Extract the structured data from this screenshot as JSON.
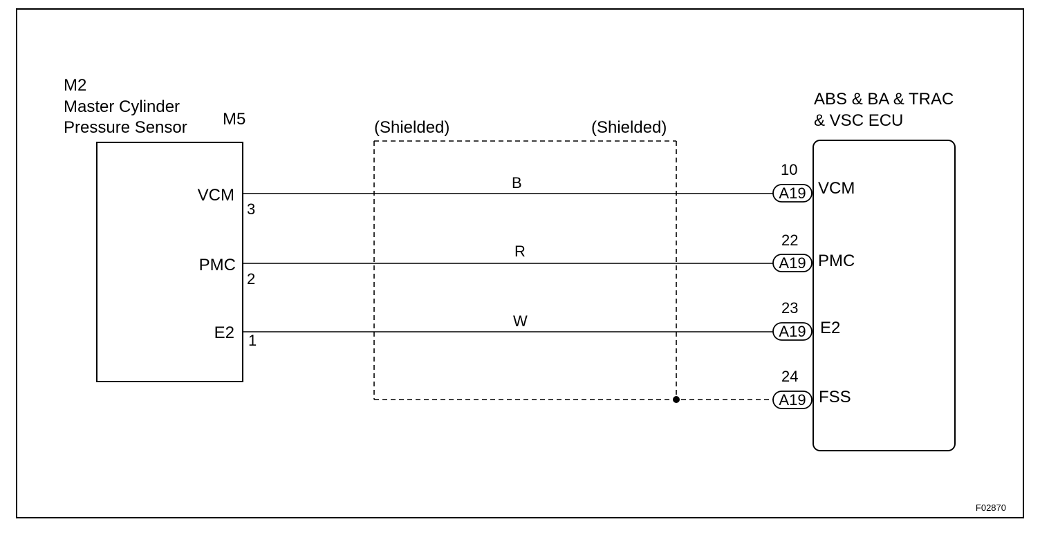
{
  "sensor": {
    "id": "M2",
    "title_line1": "Master  Cylinder",
    "title_line2": "Pressure Sensor",
    "connector": "M5",
    "terminals": [
      {
        "name": "VCM",
        "pin": "3"
      },
      {
        "name": "PMC",
        "pin": "2"
      },
      {
        "name": "E2",
        "pin": "1"
      }
    ]
  },
  "shield": {
    "left_label": "(Shielded)",
    "right_label": "(Shielded)"
  },
  "wires": [
    {
      "color": "B"
    },
    {
      "color": "R"
    },
    {
      "color": "W"
    }
  ],
  "ecu": {
    "title_line1": "ABS & BA & TRAC",
    "title_line2": "& VSC ECU",
    "terminals": [
      {
        "pin": "10",
        "connector": "A19",
        "name": "VCM"
      },
      {
        "pin": "22",
        "connector": "A19",
        "name": "PMC"
      },
      {
        "pin": "23",
        "connector": "A19",
        "name": "E2"
      },
      {
        "pin": "24",
        "connector": "A19",
        "name": "FSS"
      }
    ]
  },
  "figure_code": "F02870"
}
